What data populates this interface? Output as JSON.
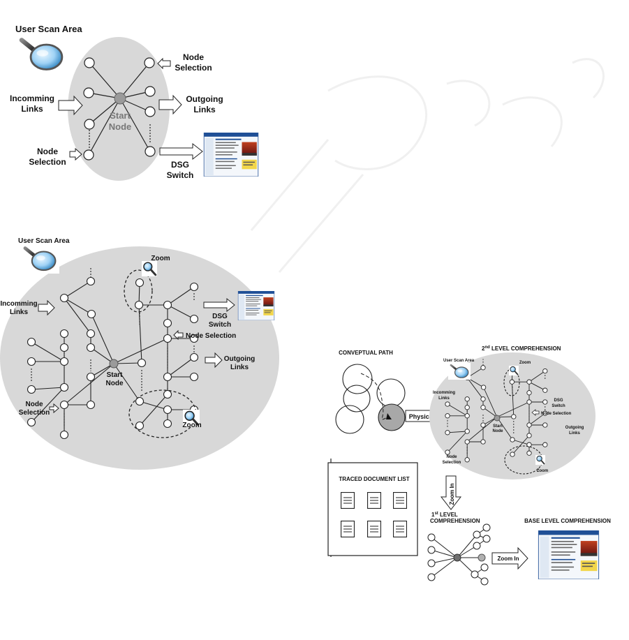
{
  "fig1": {
    "user_scan_area": "User Scan Area",
    "node_selection_top": [
      "Node",
      "Selection"
    ],
    "incoming_links": [
      "Incomming",
      "Links"
    ],
    "outgoing_links": [
      "Outgoing",
      "Links"
    ],
    "start_node": [
      "Start",
      "Node"
    ],
    "node_selection_bottom": [
      "Node",
      "Selection"
    ],
    "dsg_switch": [
      "DSG",
      "Switch"
    ]
  },
  "fig2": {
    "user_scan_area": "User Scan Area",
    "zoom_top": "Zoom",
    "incoming_links": [
      "Incomming",
      "Links"
    ],
    "dsg_switch": [
      "DSG",
      "Switch"
    ],
    "node_selection_right": "Node Selection",
    "outgoing_links": [
      "Outgoing",
      "Links"
    ],
    "start_node": [
      "Start",
      "Node"
    ],
    "node_selection_left": [
      "Node",
      "Selection"
    ],
    "zoom_bottom": "Zoom"
  },
  "fig3": {
    "conceptual_path": "CONVEPTUAL PATH",
    "physical": "Physical",
    "second_level_prefix": "2",
    "second_level_sup": "nd",
    "second_level_suffix": " LEVEL COMPREHENSION",
    "user_scan_area": "User Scan Area",
    "zoom_top": "Zoom",
    "incoming_links": [
      "Incomming",
      "Links"
    ],
    "dsg_switch": [
      "DSG",
      "Switch"
    ],
    "node_selection_right": "Node Selection",
    "outgoing_links": [
      "Outgoing",
      "Links"
    ],
    "start_node": [
      "Start",
      "Node"
    ],
    "node_selection_left": [
      "Node",
      "Selection"
    ],
    "zoom_bottom": "Zoom",
    "traced_document_list": "TRACED DOCUMENT LIST",
    "zoom_in_vertical": "Zoom In",
    "first_level_prefix": "1",
    "first_level_sup": "st",
    "first_level_suffix": " LEVEL",
    "first_level_line2": "COMPREHENSION",
    "base_level": "BASE LEVEL COMPREHENSION",
    "zoom_in_horizontal": "Zoom In"
  },
  "colors": {
    "scan_area": "#d8d8d8",
    "node_fill": "#ffffff",
    "start_node": "#9a9a9a",
    "watermark": "#e6e6e6"
  },
  "icons": [
    "magnifier-icon",
    "webpage-thumbnail-icon",
    "document-icon"
  ]
}
